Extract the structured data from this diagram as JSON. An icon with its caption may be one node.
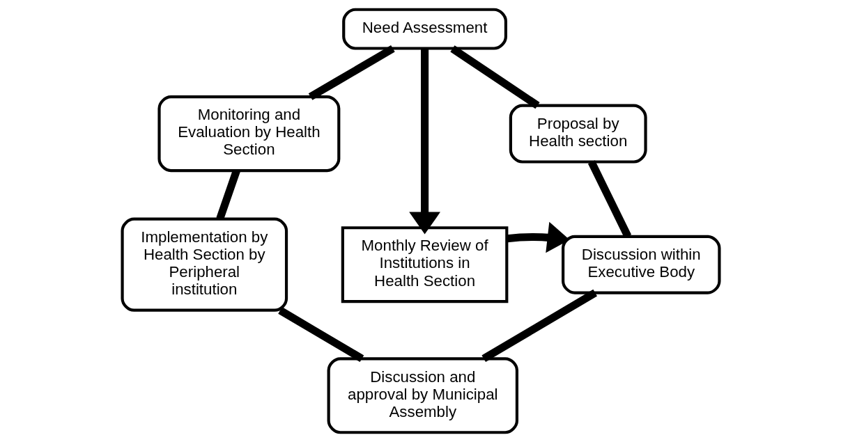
{
  "diagram": {
    "nodes": [
      {
        "text": [
          "Need Assessment"
        ]
      },
      {
        "text": [
          "Proposal by Health section"
        ]
      },
      {
        "text": [
          "Monitoring and Evaluation by Health Section"
        ]
      },
      {
        "text": [
          "Monthly Review of Institutions in Health Section"
        ]
      },
      {
        "text": [
          "Discussion within Executive Body"
        ]
      },
      {
        "text": [
          "Implementation by Health Section by Peripheral institution"
        ]
      },
      {
        "text": [
          "Discussion and approval by Municipal Assembly"
        ]
      }
    ],
    "edges": [
      {
        "from": 0,
        "to": 1,
        "arrow": "none"
      },
      {
        "from": 1,
        "to": 4,
        "arrow": "none"
      },
      {
        "from": 4,
        "to": 6,
        "arrow": "none"
      },
      {
        "from": 5,
        "to": 6,
        "arrow": "none"
      },
      {
        "from": 2,
        "to": 5,
        "arrow": "none"
      },
      {
        "from": 0,
        "to": 2,
        "arrow": "none"
      },
      {
        "from": 0,
        "to": 3,
        "arrow": "to"
      },
      {
        "from": 3,
        "to": 4,
        "arrow": "to"
      }
    ]
  }
}
